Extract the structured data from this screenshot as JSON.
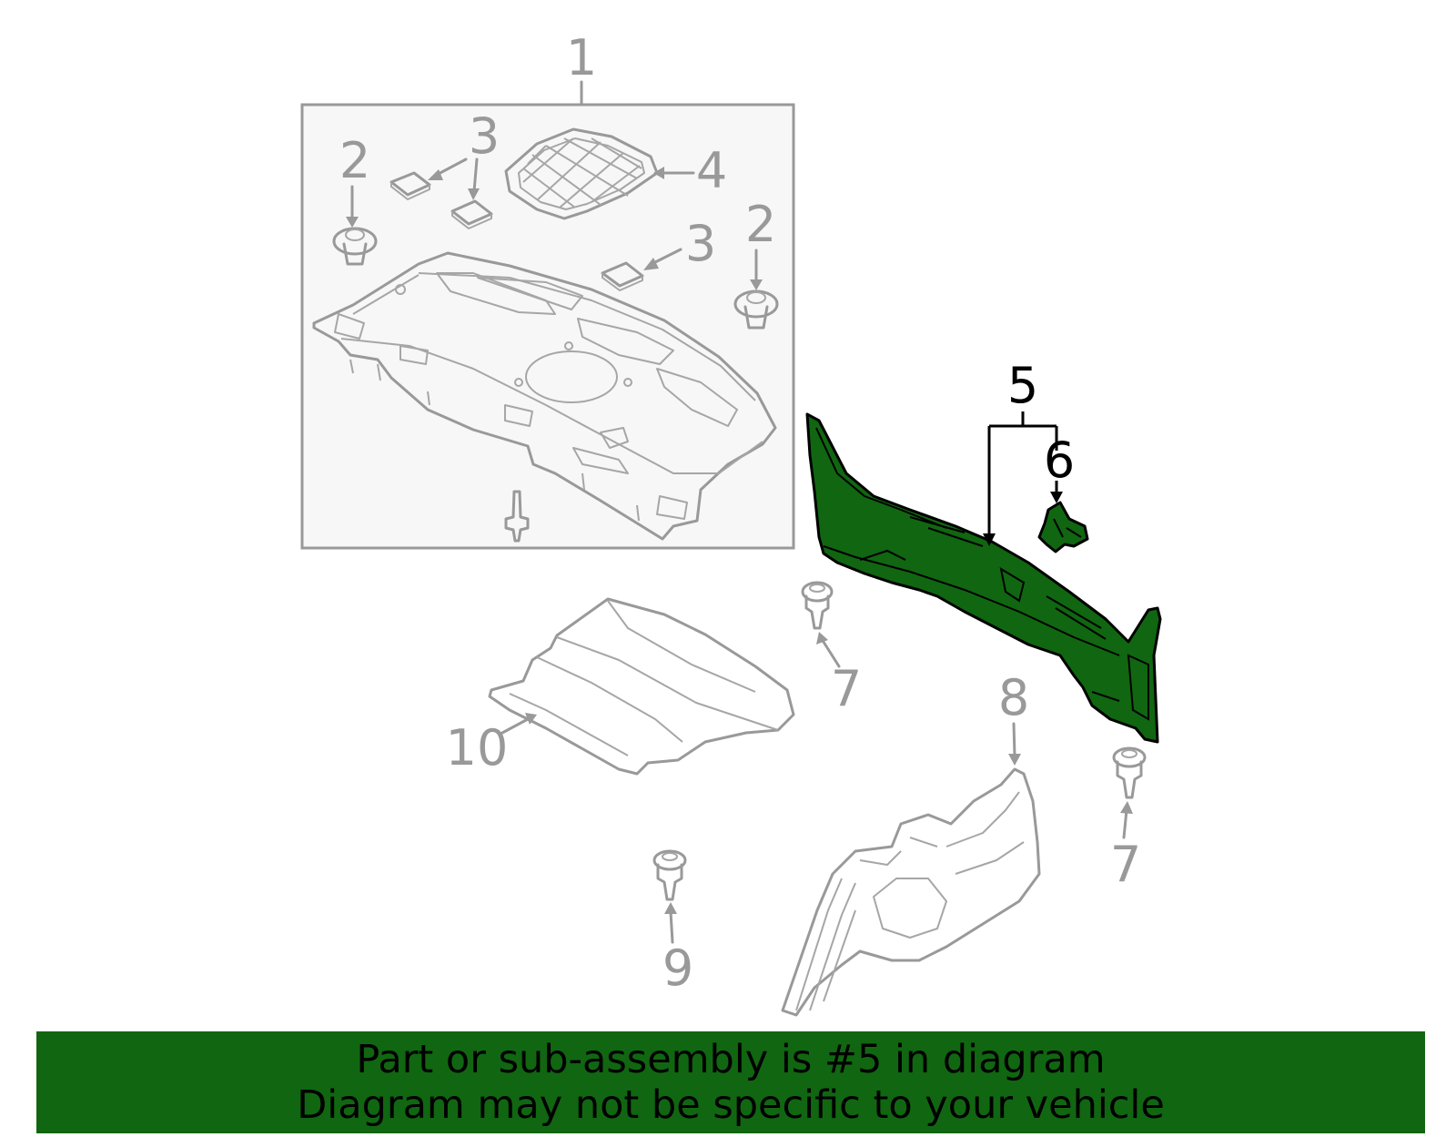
{
  "diagram": {
    "callouts": {
      "c1": "1",
      "c2a": "2",
      "c2b": "2",
      "c3a": "3",
      "c3b": "3",
      "c4": "4",
      "c5": "5",
      "c6": "6",
      "c7a": "7",
      "c7b": "7",
      "c8": "8",
      "c9": "9",
      "c10": "10"
    },
    "highlighted_part": "5",
    "colors": {
      "highlight_fill": "#116611",
      "outline": "#999999",
      "box_fill": "#f7f7f7"
    }
  },
  "banner": {
    "line1": "Part or sub-assembly is #5 in diagram",
    "line2": "Diagram may not be specific to your vehicle",
    "background": "#116611"
  }
}
